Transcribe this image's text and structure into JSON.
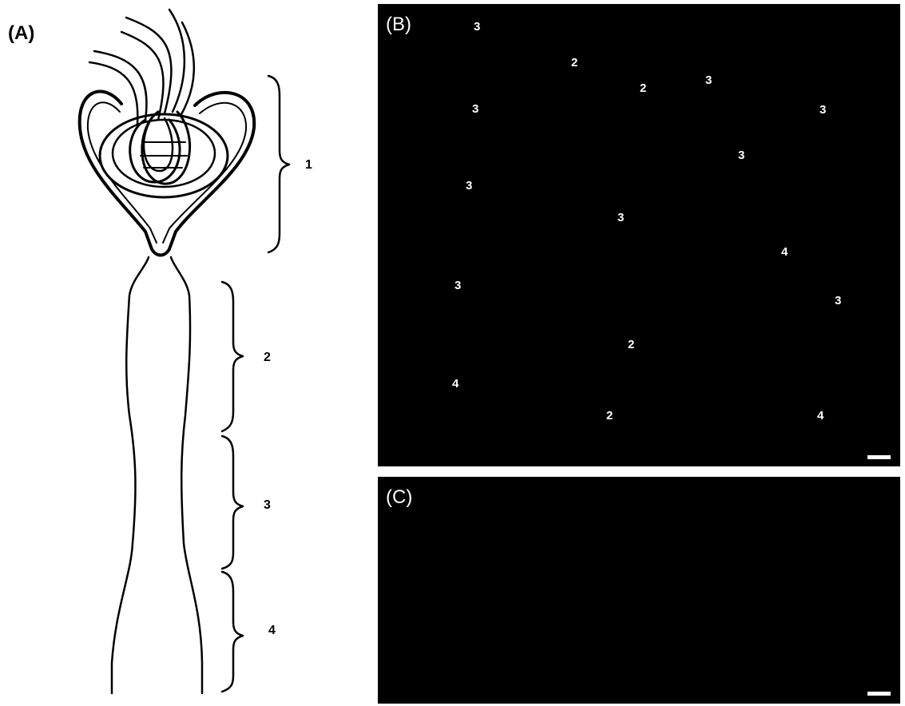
{
  "panel_a": {
    "label": "(A)",
    "segments": [
      "1",
      "2",
      "3",
      "4"
    ]
  },
  "panel_b": {
    "label": "(B)",
    "labels": [
      "3",
      "2",
      "2",
      "3",
      "3",
      "3",
      "3",
      "3",
      "3",
      "4",
      "3",
      "3",
      "2",
      "4",
      "2",
      "4"
    ]
  },
  "panel_c": {
    "label": "(C)"
  }
}
